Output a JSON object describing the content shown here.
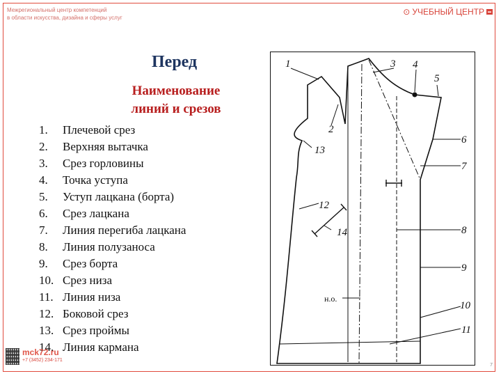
{
  "header": {
    "org_line1": "Межрегиональный центр компетенций",
    "org_line2": "в области искусства, дизайна и сферы услуг",
    "brand": "УЧЕБНЫЙ ЦЕНТР"
  },
  "title": "Перед",
  "subtitle": {
    "line1": "Наименование",
    "line2": "линий и срезов"
  },
  "lines": [
    {
      "num": "1.",
      "label": "Плечевой срез"
    },
    {
      "num": "2.",
      "label": "Верхняя вытачка"
    },
    {
      "num": "3.",
      "label": "Срез горловины"
    },
    {
      "num": "4.",
      "label": "Точка уступа"
    },
    {
      "num": "5.",
      "label": "Уступ лацкана (борта)"
    },
    {
      "num": "6.",
      "label": "Срез лацкана"
    },
    {
      "num": "7.",
      "label": "Линия перегиба лацкана"
    },
    {
      "num": "8.",
      "label": "Линия полузаноса"
    },
    {
      "num": "9.",
      "label": "Срез борта"
    },
    {
      "num": "10.",
      "label": "Срез низа"
    },
    {
      "num": "11.",
      "label": "Линия низа"
    },
    {
      "num": "12.",
      "label": "Боковой срез"
    },
    {
      "num": "13.",
      "label": "Срез проймы"
    },
    {
      "num": "14.",
      "label": "Линия кармана"
    }
  ],
  "diagram": {
    "callouts": [
      "1",
      "2",
      "3",
      "4",
      "5",
      "6",
      "7",
      "8",
      "9",
      "10",
      "11",
      "12",
      "13",
      "14"
    ],
    "grain_label": "н.о."
  },
  "footer": {
    "site": "mck72.ru",
    "phone": "+7 (3452) 234-171",
    "page": "7"
  },
  "colors": {
    "frame": "#e04a3c",
    "title": "#1e3560",
    "subtitle": "#b81f1f"
  }
}
